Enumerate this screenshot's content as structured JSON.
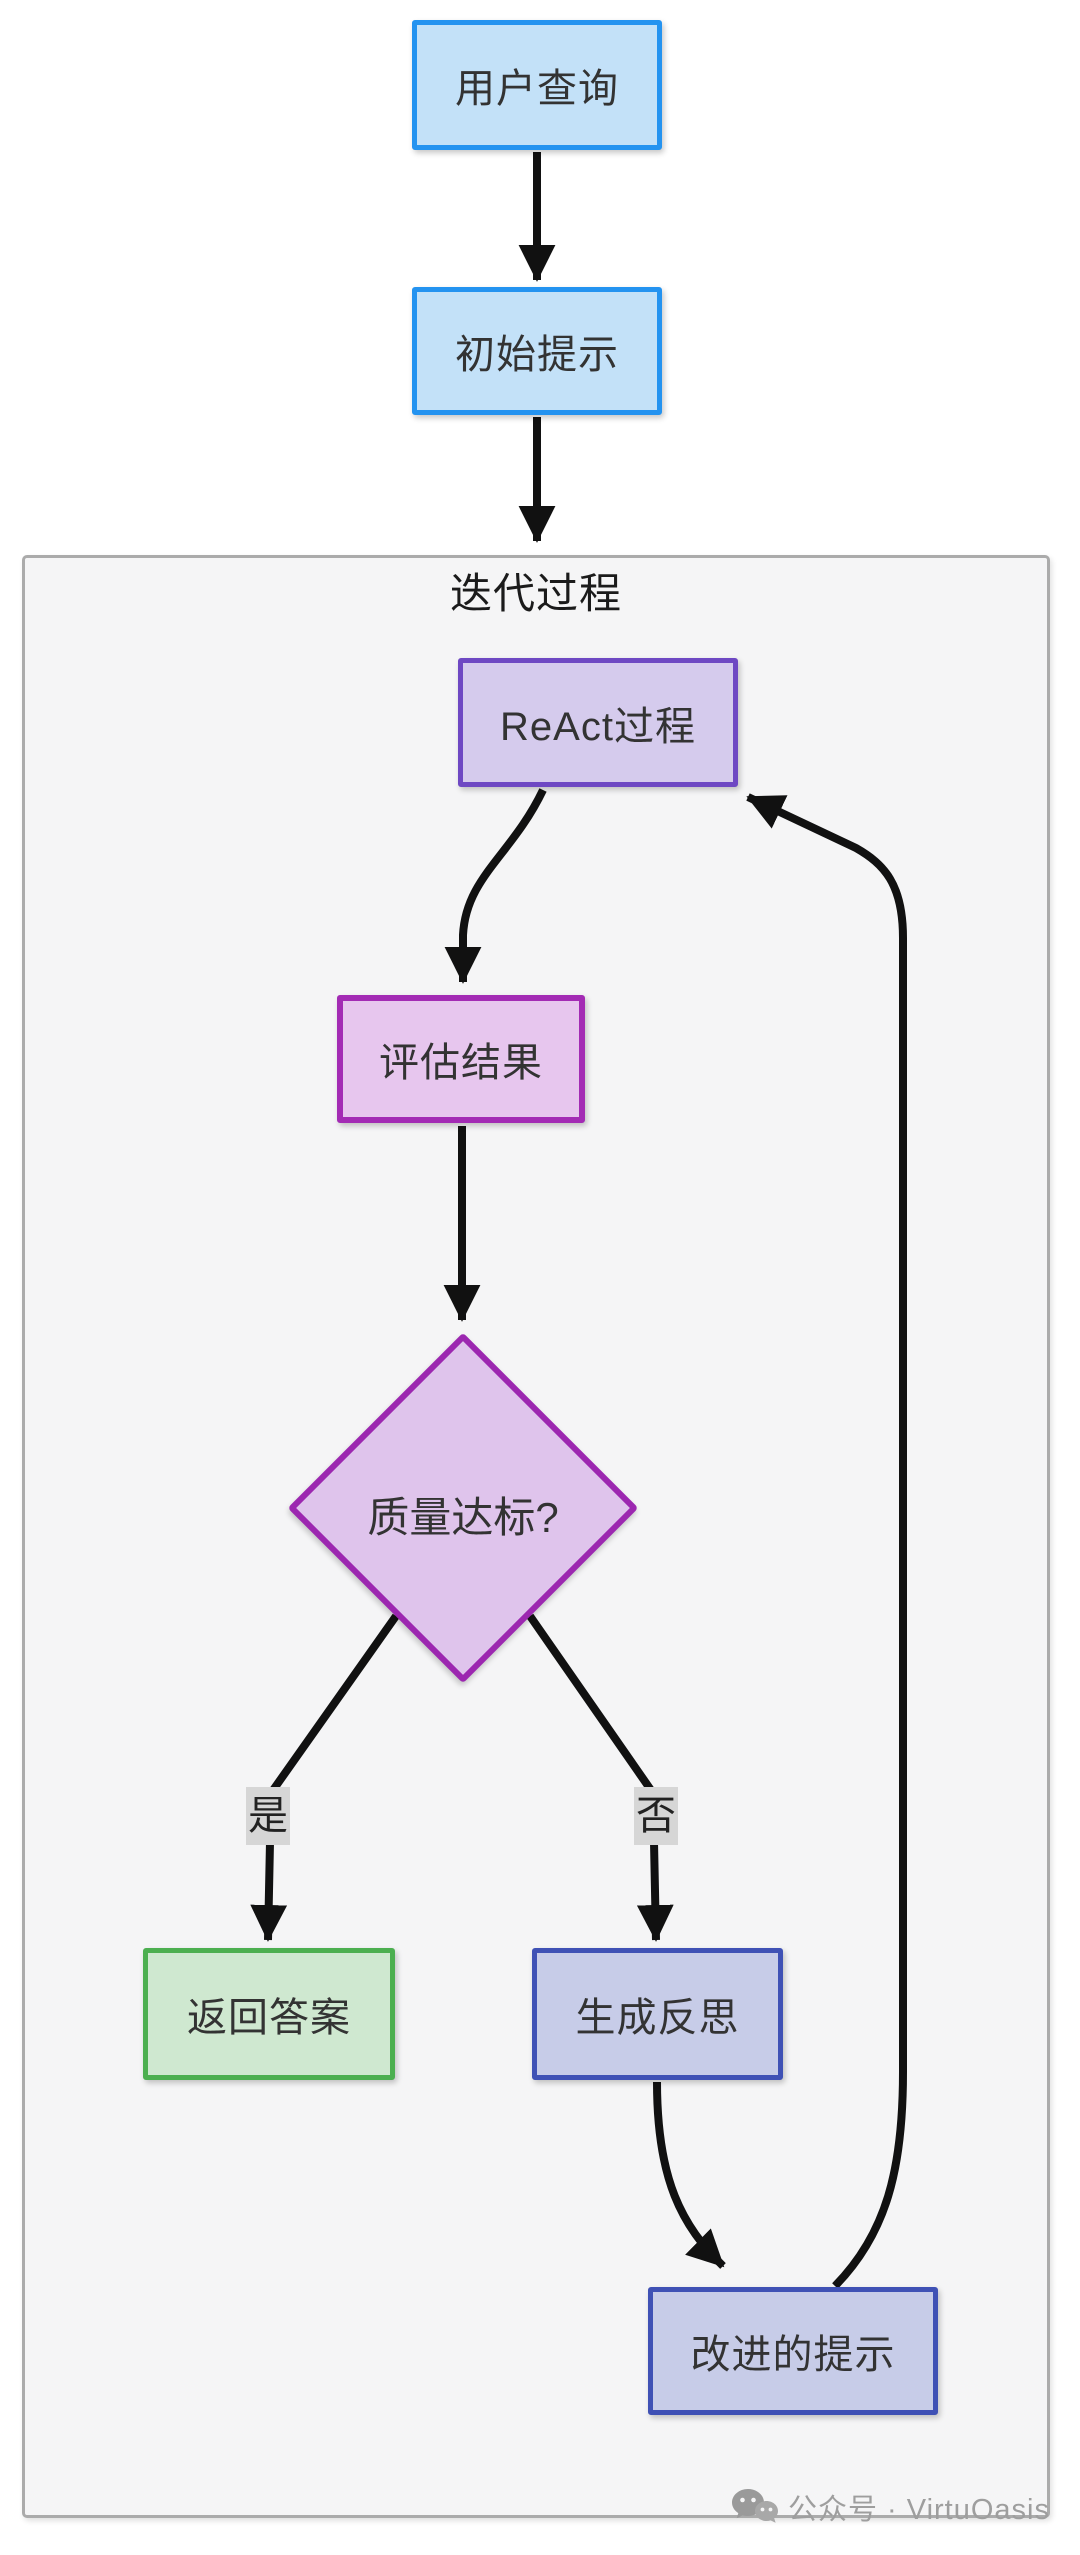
{
  "page": {
    "background": "#ffffff"
  },
  "flowchart": {
    "arrow_color": "#111111",
    "nodes": {
      "user_query": {
        "label": "用户查询",
        "shape": "rect",
        "fill": "#C3E1F8",
        "border": "#2493F0"
      },
      "initial_prompt": {
        "label": "初始提示",
        "shape": "rect",
        "fill": "#C3E1F8",
        "border": "#2493F0"
      },
      "react_process": {
        "label": "ReAct过程",
        "shape": "rect",
        "fill": "#D5CBED",
        "border": "#6E48C3"
      },
      "evaluate_result": {
        "label": "评估结果",
        "shape": "rect",
        "fill": "#E7C6EE",
        "border": "#A32BB4"
      },
      "quality_check": {
        "label": "质量达标?",
        "shape": "diamond",
        "fill": "#DFC4EC",
        "border": "#9C27B0"
      },
      "return_answer": {
        "label": "返回答案",
        "shape": "rect",
        "fill": "#CFE8D0",
        "border": "#4CAF50"
      },
      "generate_reflection": {
        "label": "生成反思",
        "shape": "rect",
        "fill": "#C7CCE8",
        "border": "#3F51B5"
      },
      "improved_prompt": {
        "label": "改进的提示",
        "shape": "rect",
        "fill": "#C7CCE8",
        "border": "#3F51B5"
      }
    },
    "subgraph": {
      "label": "迭代过程",
      "fill": "#F5F5F6",
      "border": "#ABABAB"
    },
    "edges": [
      {
        "from": "user_query",
        "to": "initial_prompt",
        "label": ""
      },
      {
        "from": "initial_prompt",
        "to": "react_process",
        "label": ""
      },
      {
        "from": "react_process",
        "to": "evaluate_result",
        "label": ""
      },
      {
        "from": "evaluate_result",
        "to": "quality_check",
        "label": ""
      },
      {
        "from": "quality_check",
        "to": "return_answer",
        "label": "是"
      },
      {
        "from": "quality_check",
        "to": "generate_reflection",
        "label": "否"
      },
      {
        "from": "generate_reflection",
        "to": "improved_prompt",
        "label": ""
      },
      {
        "from": "improved_prompt",
        "to": "react_process",
        "label": ""
      }
    ],
    "edge_labels": {
      "yes": "是",
      "no": "否",
      "bg": "#D6D6D6"
    }
  },
  "watermark": {
    "text": "公众号 · VirtuOasis",
    "color": "#9E9E9E",
    "icon": "wechat-icon"
  }
}
